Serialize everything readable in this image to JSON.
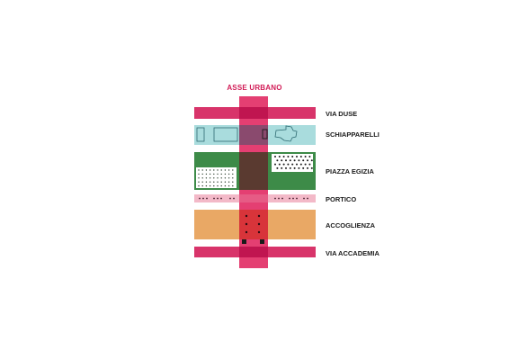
{
  "axis": {
    "title": "ASSE URBANO",
    "color": "#e0245e"
  },
  "bands": [
    {
      "id": "via-duse",
      "label": "VIA DUSE",
      "color": "#d81b60"
    },
    {
      "id": "schiapparelli",
      "label": "SCHIAPPARELLI",
      "color": "#a8dcdc"
    },
    {
      "id": "piazza-egizia",
      "label": "PIAZZA EGIZIA",
      "color": "#3a8a45"
    },
    {
      "id": "portico",
      "label": "PORTICO",
      "color": "#f2b8c6"
    },
    {
      "id": "accoglienza",
      "label": "ACCOGLIENZA",
      "color": "#e8a865"
    },
    {
      "id": "via-accademia",
      "label": "VIA ACCADEMIA",
      "color": "#d81b60"
    }
  ]
}
